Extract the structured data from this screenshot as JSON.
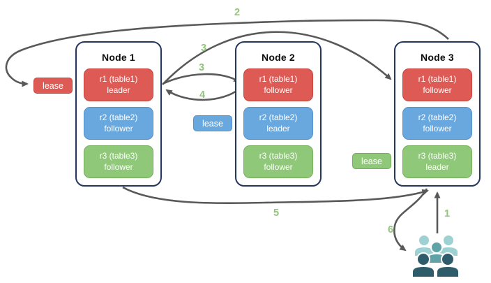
{
  "diagram": {
    "description": "Three-node replicated table diagram with per-range leaders, followers, leases and numbered request flow",
    "clients": {
      "icon": "users-group-icon"
    }
  },
  "nodes": [
    {
      "title": "Node 1",
      "replicas": [
        {
          "name": "r1 (table1)",
          "role": "leader",
          "color": "red"
        },
        {
          "name": "r2 (table2)",
          "role": "follower",
          "color": "blue"
        },
        {
          "name": "r3 (table3)",
          "role": "follower",
          "color": "green"
        }
      ]
    },
    {
      "title": "Node 2",
      "replicas": [
        {
          "name": "r1 (table1)",
          "role": "follower",
          "color": "red"
        },
        {
          "name": "r2 (table2)",
          "role": "leader",
          "color": "blue"
        },
        {
          "name": "r3 (table3)",
          "role": "follower",
          "color": "green"
        }
      ]
    },
    {
      "title": "Node 3",
      "replicas": [
        {
          "name": "r1 (table1)",
          "role": "follower",
          "color": "red"
        },
        {
          "name": "r2 (table2)",
          "role": "follower",
          "color": "blue"
        },
        {
          "name": "r3 (table3)",
          "role": "leader",
          "color": "green"
        }
      ]
    }
  ],
  "leases": [
    {
      "label": "lease",
      "color": "red"
    },
    {
      "label": "lease",
      "color": "blue"
    },
    {
      "label": "lease",
      "color": "green"
    }
  ],
  "arrows": [
    {
      "label": "1",
      "from": "clients",
      "to": "Node 3 (bottom)"
    },
    {
      "label": "2",
      "from": "Node 3 (top)",
      "to": "lease badge at Node 1"
    },
    {
      "label": "3",
      "from": "Node 1 r1 leader",
      "to": "Node 3 r1 follower"
    },
    {
      "label": "3",
      "from": "Node 1 r1 leader",
      "to": "Node 2 r1 follower"
    },
    {
      "label": "4",
      "from": "Node 2 r1 follower",
      "to": "Node 1 r1 leader"
    },
    {
      "label": "5",
      "from": "Node 1 (bottom)",
      "to": "Node 3 (bottom)"
    },
    {
      "label": "6",
      "from": "Node 3 (bottom)",
      "to": "clients"
    }
  ],
  "colors": {
    "replica_red": "#dd5a55",
    "replica_blue": "#68a8de",
    "replica_green": "#8fc878",
    "node_border": "#24365c",
    "arrow_gray": "#595959",
    "step_label_green": "#93c47d",
    "users_light_teal": "#9ed1d2",
    "users_mid_teal": "#5fa3a9",
    "users_dark_teal": "#2e5c6b"
  }
}
